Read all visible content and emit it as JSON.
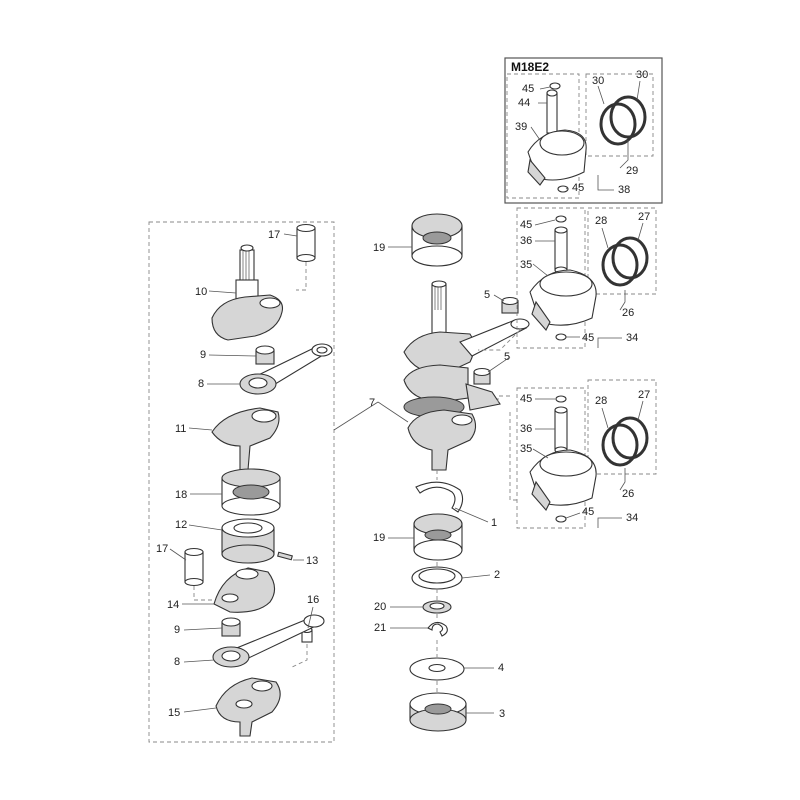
{
  "model_label": "M18E2",
  "callouts": [
    {
      "id": "c30a",
      "text": "30"
    },
    {
      "id": "c30b",
      "text": "30"
    },
    {
      "id": "c45a",
      "text": "45"
    },
    {
      "id": "c44",
      "text": "44"
    },
    {
      "id": "c39",
      "text": "39"
    },
    {
      "id": "c29",
      "text": "29"
    },
    {
      "id": "c45b",
      "text": "45"
    },
    {
      "id": "c38",
      "text": "38"
    },
    {
      "id": "c17a",
      "text": "17"
    },
    {
      "id": "c10",
      "text": "10"
    },
    {
      "id": "c9a",
      "text": "9"
    },
    {
      "id": "c8a",
      "text": "8"
    },
    {
      "id": "c11",
      "text": "11"
    },
    {
      "id": "c18",
      "text": "18"
    },
    {
      "id": "c12",
      "text": "12"
    },
    {
      "id": "c13",
      "text": "13"
    },
    {
      "id": "c17b",
      "text": "17"
    },
    {
      "id": "c14",
      "text": "14"
    },
    {
      "id": "c16",
      "text": "16"
    },
    {
      "id": "c9b",
      "text": "9"
    },
    {
      "id": "c8b",
      "text": "8"
    },
    {
      "id": "c15",
      "text": "15"
    },
    {
      "id": "c19a",
      "text": "19"
    },
    {
      "id": "c5a",
      "text": "5"
    },
    {
      "id": "c5b",
      "text": "5"
    },
    {
      "id": "c7",
      "text": "7"
    },
    {
      "id": "c1",
      "text": "1"
    },
    {
      "id": "c19b",
      "text": "19"
    },
    {
      "id": "c2",
      "text": "2"
    },
    {
      "id": "c20",
      "text": "20"
    },
    {
      "id": "c21",
      "text": "21"
    },
    {
      "id": "c4",
      "text": "4"
    },
    {
      "id": "c3",
      "text": "3"
    },
    {
      "id": "c45c",
      "text": "45"
    },
    {
      "id": "c36a",
      "text": "36"
    },
    {
      "id": "c35a",
      "text": "35"
    },
    {
      "id": "c28a",
      "text": "28"
    },
    {
      "id": "c27a",
      "text": "27"
    },
    {
      "id": "c26a",
      "text": "26"
    },
    {
      "id": "c45d",
      "text": "45"
    },
    {
      "id": "c34a",
      "text": "34"
    },
    {
      "id": "c45e",
      "text": "45"
    },
    {
      "id": "c36b",
      "text": "36"
    },
    {
      "id": "c35b",
      "text": "35"
    },
    {
      "id": "c28b",
      "text": "28"
    },
    {
      "id": "c27b",
      "text": "27"
    },
    {
      "id": "c26b",
      "text": "26"
    },
    {
      "id": "c45f",
      "text": "45"
    },
    {
      "id": "c34b",
      "text": "34"
    }
  ]
}
